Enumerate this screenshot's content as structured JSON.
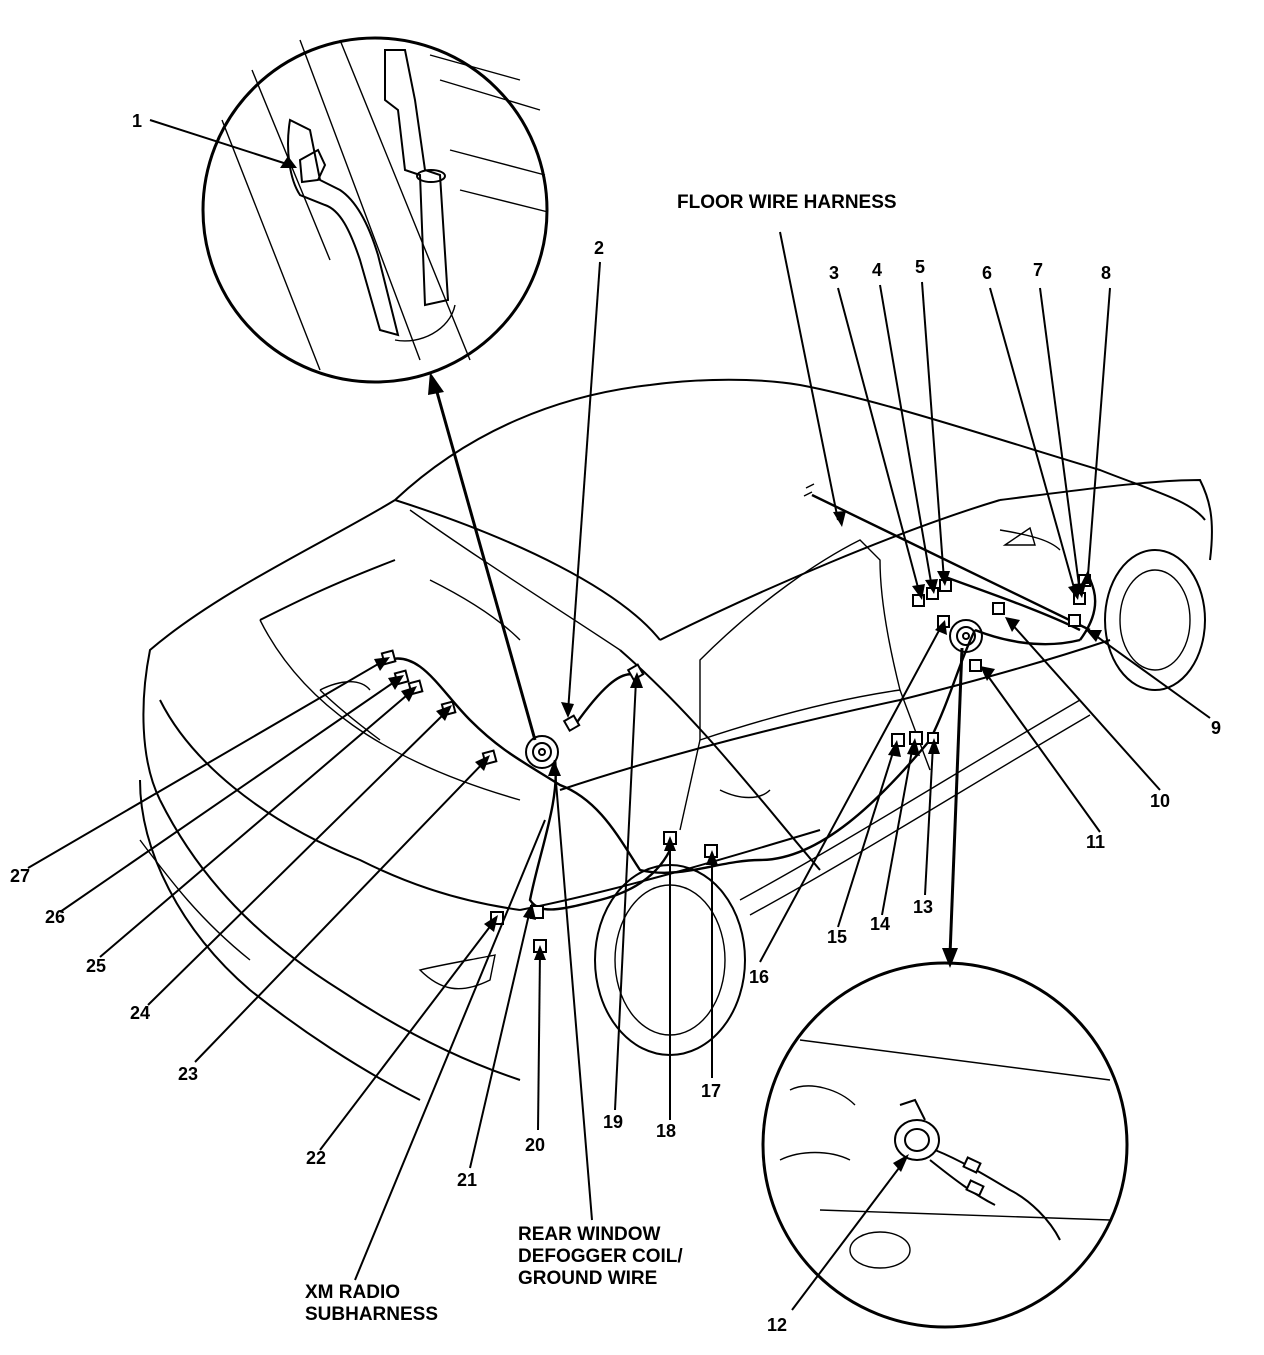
{
  "labels": {
    "floor_wire_harness": "FLOOR WIRE HARNESS",
    "rear_window_line1": "REAR WINDOW",
    "rear_window_line2": "DEFOGGER COIL/",
    "rear_window_line3": "GROUND WIRE",
    "xm_radio_line1": "XM RADIO",
    "xm_radio_line2": "SUBHARNESS"
  },
  "callouts": [
    "1",
    "2",
    "3",
    "4",
    "5",
    "6",
    "7",
    "8",
    "9",
    "10",
    "11",
    "12",
    "13",
    "14",
    "15",
    "16",
    "17",
    "18",
    "19",
    "20",
    "21",
    "22",
    "23",
    "24",
    "25",
    "26",
    "27"
  ]
}
